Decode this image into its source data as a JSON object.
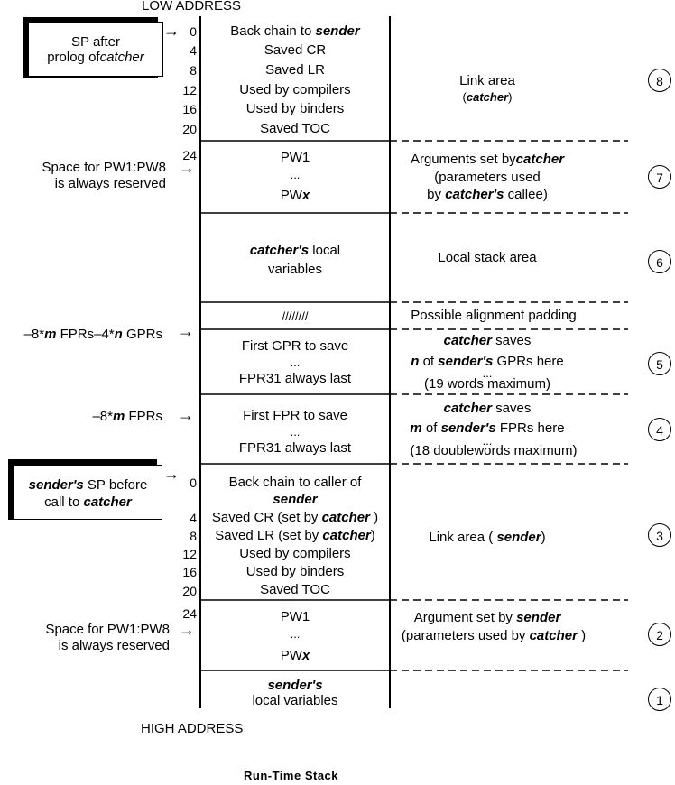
{
  "top_label": "LOW ADDRESS",
  "bottom_label": "HIGH ADDRESS",
  "caption": "Run-Time Stack",
  "ellipsis": "...",
  "arrow": "→",
  "catcher_link": {
    "offsets": [
      "0",
      "4",
      "8",
      "12",
      "16",
      "20"
    ],
    "rows": [
      {
        "prefix": "Back chain to ",
        "em": "sender",
        "suffix": ""
      },
      {
        "prefix": "Saved CR",
        "em": "",
        "suffix": ""
      },
      {
        "prefix": "Saved LR",
        "em": "",
        "suffix": ""
      },
      {
        "prefix": "Used by compilers",
        "em": "",
        "suffix": ""
      },
      {
        "prefix": "Used by binders",
        "em": "",
        "suffix": ""
      },
      {
        "prefix": "Saved TOC",
        "em": "",
        "suffix": ""
      }
    ],
    "right_line1": "Link area",
    "right_line2_em": "catcher",
    "circle": "8",
    "box_line1": "SP after",
    "box_line2_prefix": "prolog of",
    "box_line2_em": "catcher"
  },
  "catcher_args": {
    "offset": "24",
    "row1": "PW1",
    "row3_prefix": "PW",
    "row3_em": "x",
    "right_line1_prefix": "Arguments set by",
    "right_line1_em": "catcher",
    "right_line2": "(parameters used",
    "right_line3_prefix": "by ",
    "right_line3_em": "catcher's",
    "right_line3_suffix": " callee)",
    "left_line1": "Space for PW1:PW8",
    "left_line2": "is always reserved",
    "circle": "7"
  },
  "local_stack": {
    "em": "catcher's",
    "suffix": " local",
    "line2": "variables",
    "right": "Local stack area",
    "circle": "6"
  },
  "padding": {
    "slashes": "////////",
    "right": "Possible alignment padding",
    "left_prefix": "–8*",
    "left_m": "m",
    "left_mid": " FPRs–4*",
    "left_n": "n",
    "left_suffix": " GPRs"
  },
  "gpr_save": {
    "line1": "First GPR to save",
    "line3": "FPR31 always last",
    "right_line1_em": "catcher",
    "right_line1_suffix": " saves",
    "right_line2_n": "n",
    "right_line2_mid": " of ",
    "right_line2_em": "sender's",
    "right_line2_suffix": " GPRs here",
    "right_line3": "(19 words maximum)",
    "circle": "5"
  },
  "fpr_save": {
    "line1": "First FPR to save",
    "line3": "FPR31 always last",
    "left_prefix": "–8*",
    "left_m": "m",
    "left_suffix": " FPRs",
    "right_line1_em": "catcher",
    "right_line1_suffix": " saves",
    "right_line2_m": "m",
    "right_line2_mid": " of ",
    "right_line2_em": "sender's",
    "right_line2_suffix": " FPRs here",
    "right_line3": "(18 doublewords maximum)",
    "circle": "4"
  },
  "sender_link": {
    "offsets": [
      "0",
      "4",
      "8",
      "12",
      "16",
      "20"
    ],
    "row1": "Back chain to caller of",
    "row1b_em": "sender",
    "row2_prefix": "Saved CR (set by ",
    "row2_em": "catcher",
    "row2_suffix": " )",
    "row3_prefix": "Saved LR (set by ",
    "row3_em": "catcher",
    "row3_suffix": ")",
    "row4": "Used by compilers",
    "row5": "Used by binders",
    "row6": "Saved TOC",
    "right_prefix": "Link area ( ",
    "right_em": "sender",
    "right_suffix": ")",
    "circle": "3",
    "box_line1_em": "sender's",
    "box_line1_suffix": "  SP before",
    "box_line2_prefix": "call to ",
    "box_line2_em": "catcher"
  },
  "sender_args": {
    "offset": "24",
    "row1": "PW1",
    "row3_prefix": "PW",
    "row3_em": "x",
    "right_line1_prefix": "Argument set by ",
    "right_line1_em": "sender",
    "right_line2_prefix": "(parameters used by ",
    "right_line2_em": "catcher",
    "right_line2_suffix": " )",
    "left_line1": "Space for PW1:PW8",
    "left_line2": "is always reserved",
    "circle": "2"
  },
  "sender_local": {
    "em": "sender's",
    "line2": "local variables",
    "circle": "1"
  }
}
